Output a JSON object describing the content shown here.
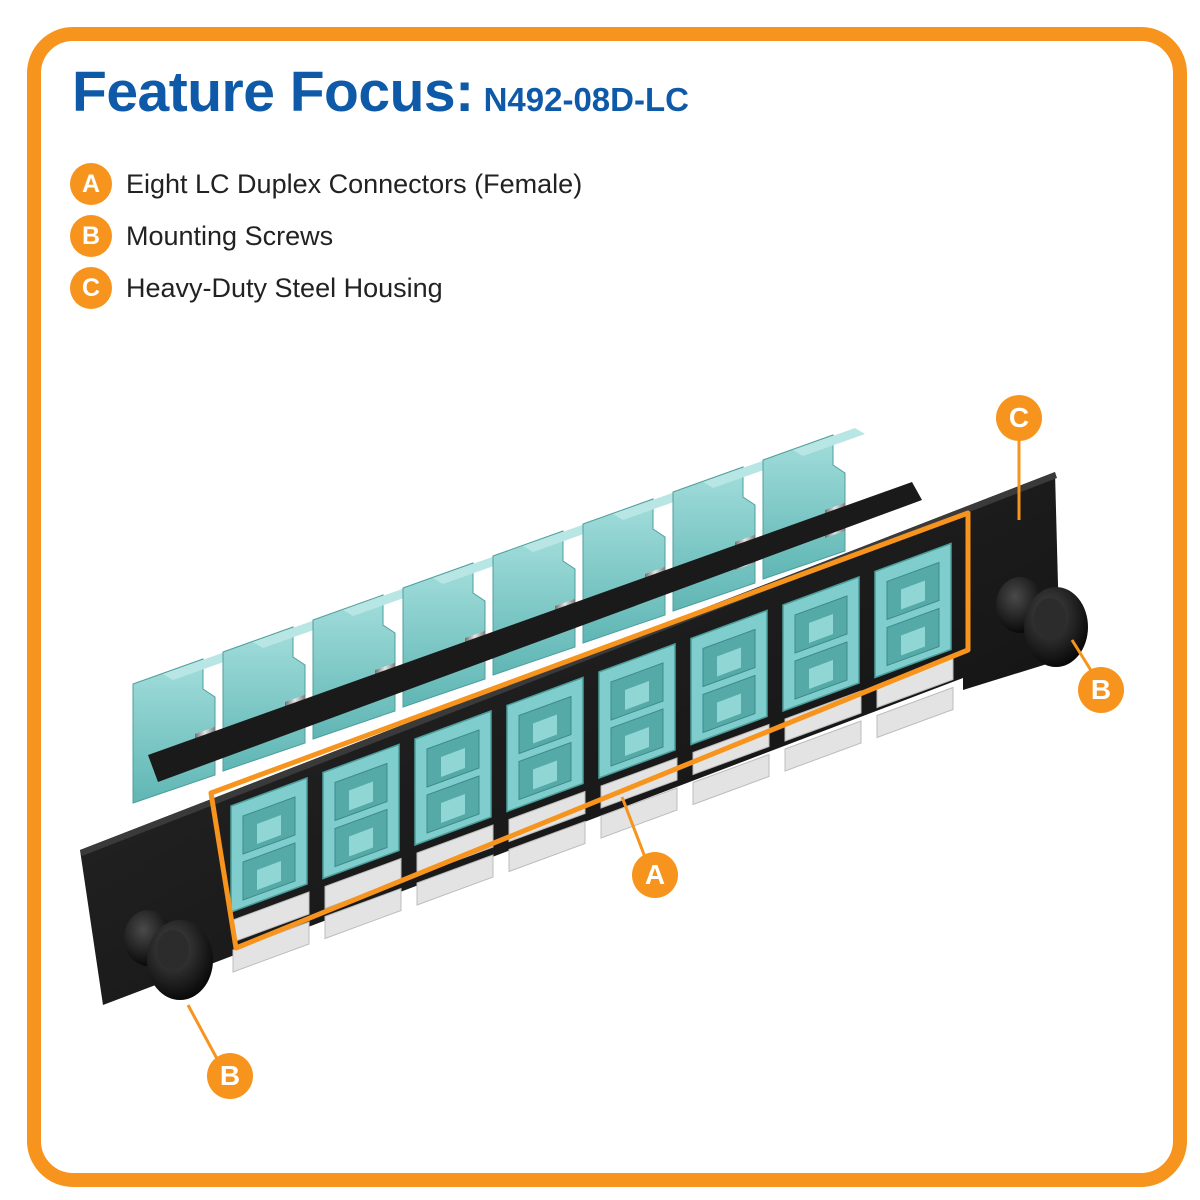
{
  "title": {
    "main": "Feature Focus:",
    "model": "N492-08D-LC"
  },
  "features": [
    {
      "letter": "A",
      "label": "Eight LC Duplex Connectors (Female)"
    },
    {
      "letter": "B",
      "label": "Mounting Screws"
    },
    {
      "letter": "C",
      "label": "Heavy-Duty Steel Housing"
    }
  ],
  "callouts": {
    "a": "A",
    "b_right": "B",
    "b_left": "B",
    "c": "C"
  },
  "colors": {
    "accent_orange": "#f7941d",
    "title_blue": "#0f5aa8",
    "connector_aqua": "#7fcdcc",
    "panel_black": "#111111"
  }
}
